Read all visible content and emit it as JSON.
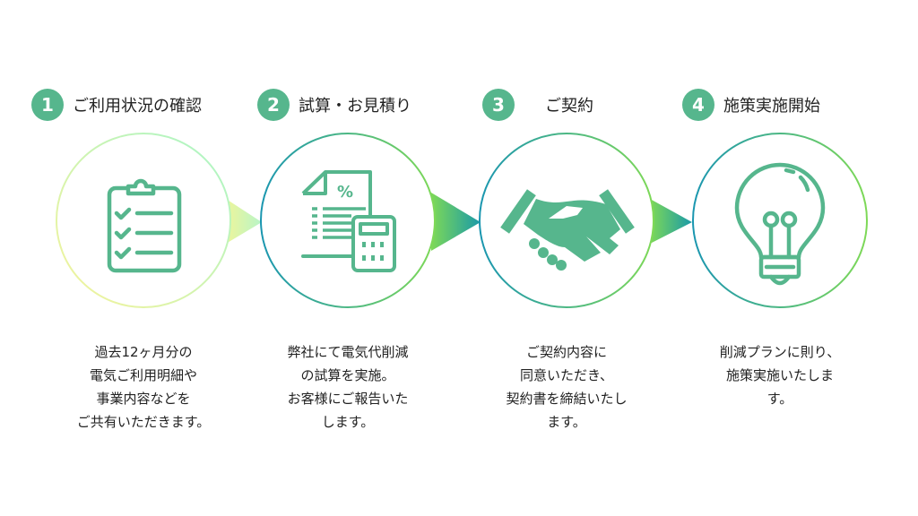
{
  "steps": [
    {
      "number": "1",
      "title": "ご利用状況の確認",
      "icon": "clipboard-checklist-icon",
      "description": "過去12ヶ月分の\n電気ご利用明細や\n事業内容などを\nご共有いただきます。"
    },
    {
      "number": "2",
      "title": "試算・お見積り",
      "icon": "document-calculator-icon",
      "description": "弊社にて電気代削減\nの試算を実施。\nお客様にご報告いた\nします。"
    },
    {
      "number": "3",
      "title": "ご契約",
      "icon": "handshake-icon",
      "description": "ご契約内容に\n同意いただき、\n契約書を締結いたし\nます。"
    },
    {
      "number": "4",
      "title": "施策実施開始",
      "icon": "lightbulb-icon",
      "description": "削減プランに則り、\n施策実施いたしま\nす。"
    }
  ],
  "colors": {
    "accent": "#56b68d",
    "teal": "#1a9aa8",
    "green": "#7ed957",
    "yellow": "#f3f3a0"
  }
}
